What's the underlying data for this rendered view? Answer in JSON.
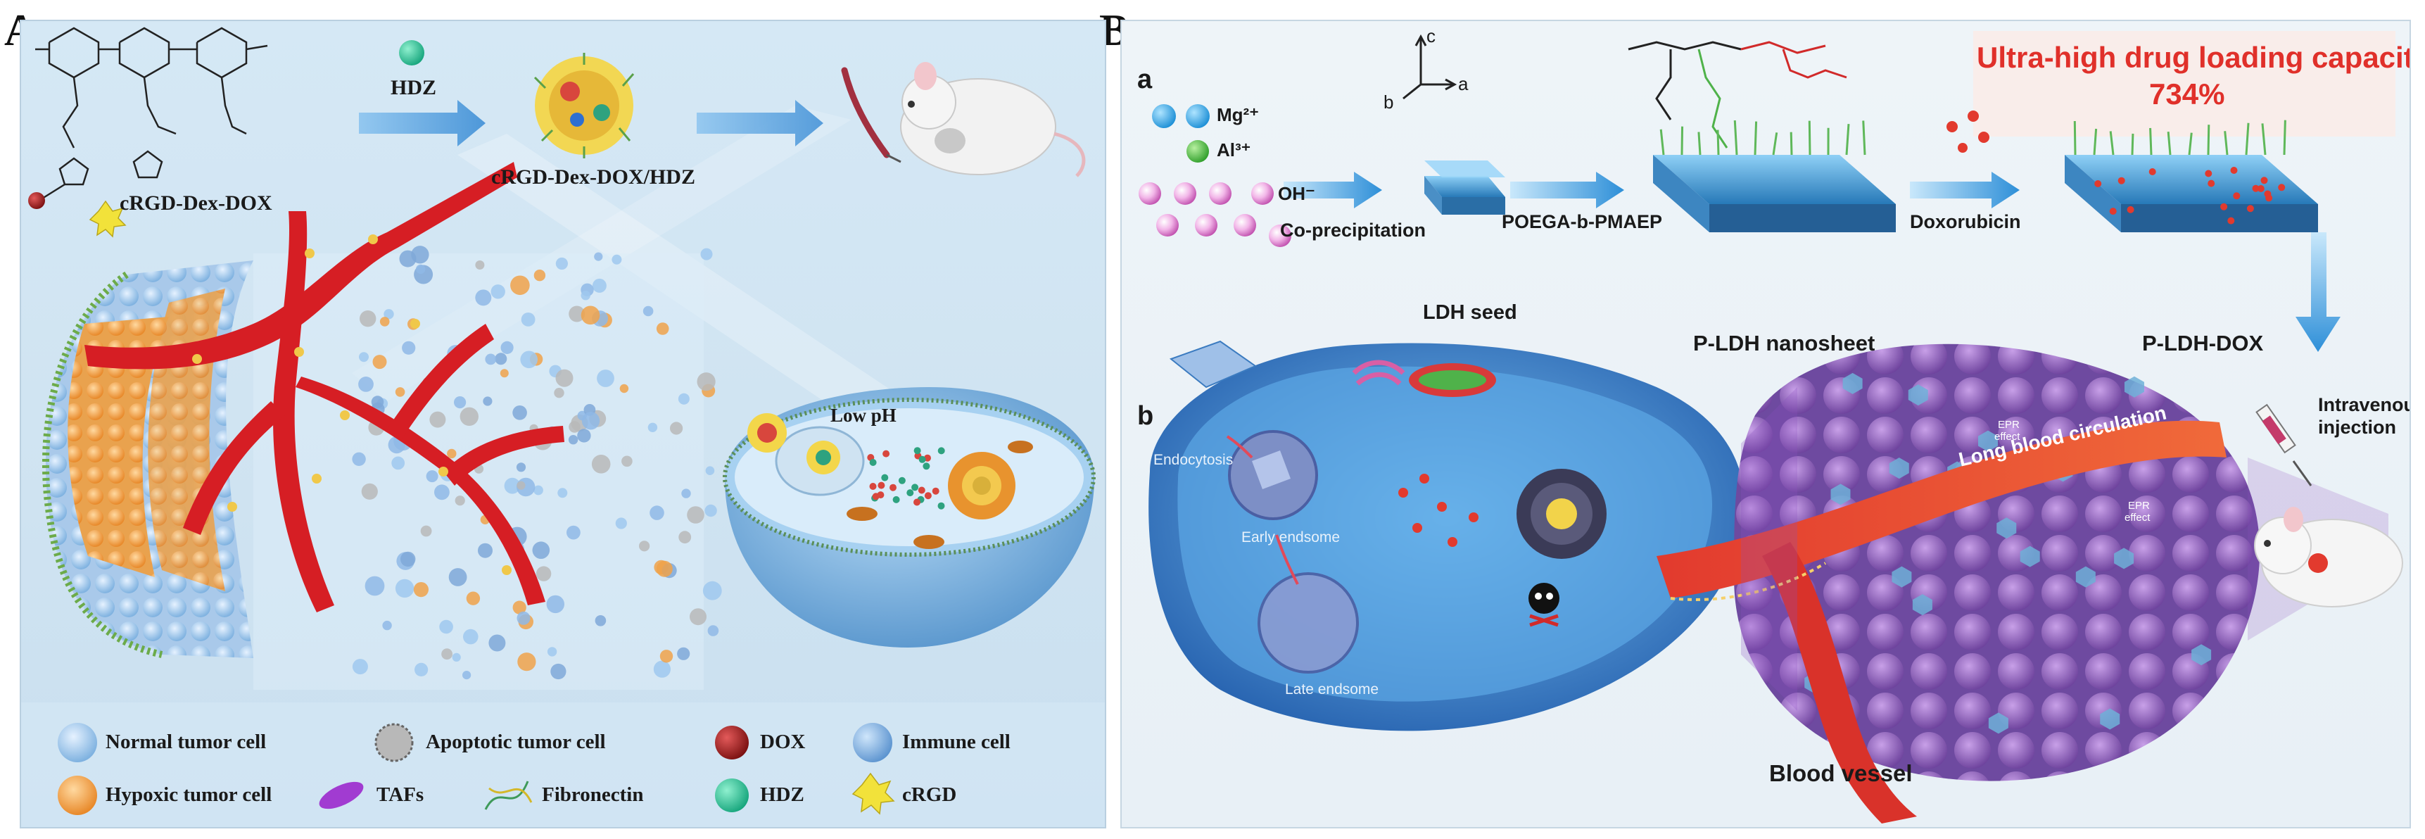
{
  "panelA": {
    "letter": "A",
    "compound_label": "cRGD-Dex-DOX",
    "reagent_label": "HDZ",
    "product_label": "cRGD-Dex-DOX/HDZ",
    "low_ph_label": "Low pH",
    "legend": {
      "normal_tumor_cell": "Normal tumor cell",
      "apoptotic_tumor_cell": "Apoptotic tumor cell",
      "dox": "DOX",
      "immune_cell": "Immune cell",
      "hypoxic_tumor_cell": "Hypoxic tumor cell",
      "tafs": "TAFs",
      "fibronectin": "Fibronectin",
      "hdz": "HDZ",
      "crgd": "cRGD"
    }
  },
  "panelB": {
    "letter": "B",
    "sub_a": "a",
    "sub_b": "b",
    "headline_1": "Ultra-high drug loading capacity",
    "headline_2": "734%",
    "ion_mg": "Mg²⁺",
    "ion_al": "Al³⁺",
    "ion_oh": "OH⁻",
    "axis_c": "c",
    "axis_b": "b",
    "axis_a": "a",
    "step_coprecipitation": "Co-precipitation",
    "step_polymer": "POEGA-b-PMAEP",
    "step_doxorubicin": "Doxorubicin",
    "product_ldh_seed": "LDH seed",
    "product_p_ldh": "P-LDH nanosheet",
    "product_p_ldh_dox": "P-LDH-DOX",
    "injection_1": "Intravenous",
    "injection_2": "injection",
    "endocytosis": "Endocytosis",
    "early_endosome": "Early endsome",
    "late_endosome": "Late endsome",
    "blood_circulation": "Long blood circulation",
    "epr_1": "EPR",
    "epr_1b": "effect",
    "epr_2": "EPR",
    "epr_2b": "effect",
    "blood_vessel": "Blood vessel"
  }
}
